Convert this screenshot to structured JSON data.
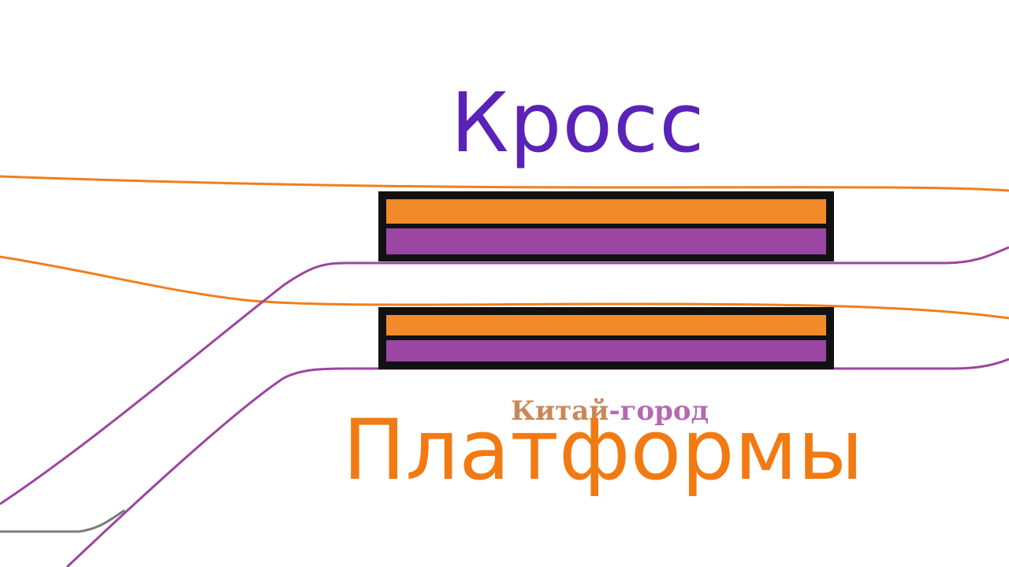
{
  "title": "Кросс",
  "subtitle": "Платформы",
  "station_label": {
    "part1": "Китай",
    "part2": "-город"
  },
  "colors": {
    "background": "#ffffff",
    "title": "#5b22b8",
    "subtitle": "#f27a12",
    "orange_line": "#f07f1c",
    "purple_line": "#9c45a0",
    "platform_outline": "#111111",
    "gray_line": "#7a7a7a",
    "station_label_orange": "#c9875a",
    "station_label_purple": "#b46ab0"
  }
}
